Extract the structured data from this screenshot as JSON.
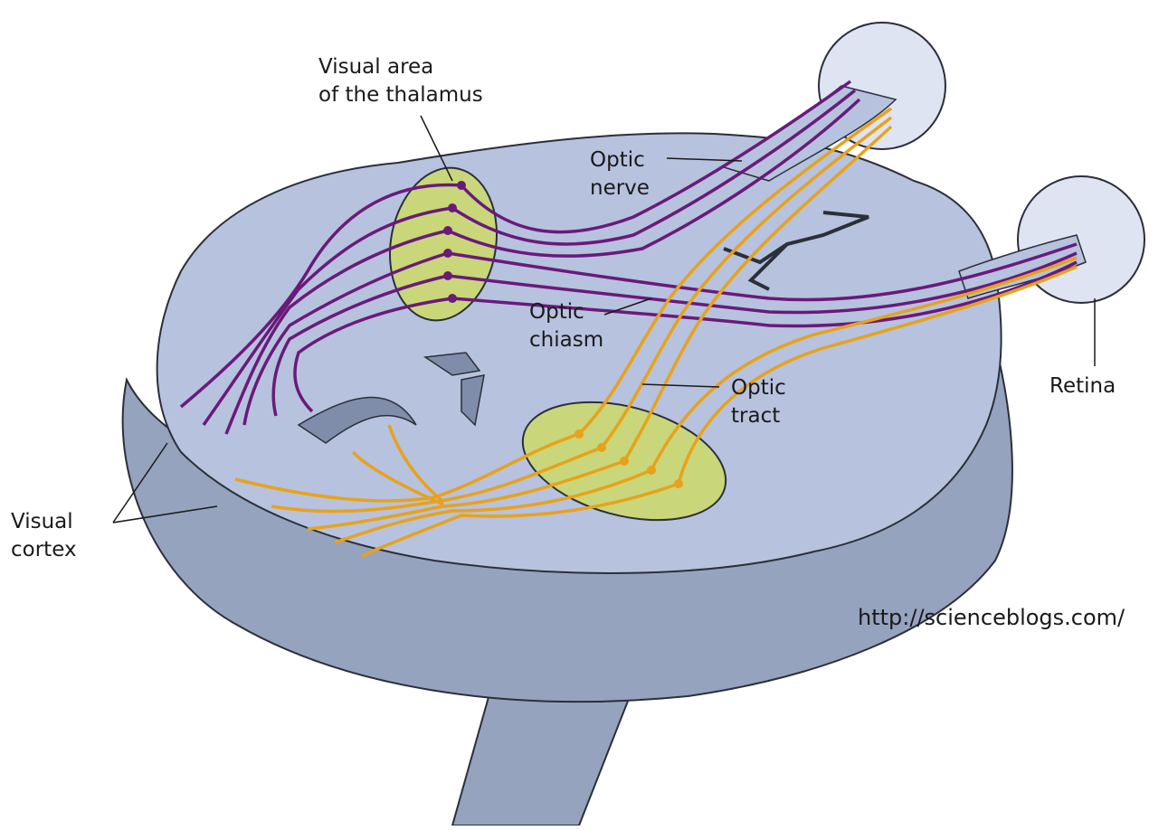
{
  "labels": {
    "thalamus_line1": "Visual area",
    "thalamus_line2": "of the thalamus",
    "optic_nerve_line1": "Optic",
    "optic_nerve_line2": "nerve",
    "optic_chiasm_line1": "Optic",
    "optic_chiasm_line2": "chiasm",
    "optic_tract_line1": "Optic",
    "optic_tract_line2": "tract",
    "retina": "Retina",
    "visual_cortex_line1": "Visual",
    "visual_cortex_line2": "cortex"
  },
  "source_url": "http://scienceblogs.com/",
  "colors": {
    "brain_top": "#b7c2de",
    "brain_side": "#95a3bf",
    "brain_dark": "#7f8daa",
    "outline": "#2b2f3a",
    "purple_pathway": "#6a1a7a",
    "orange_pathway": "#e8a21a",
    "relay_zone": "#c9d67a",
    "eye": "#dfe4f3"
  }
}
